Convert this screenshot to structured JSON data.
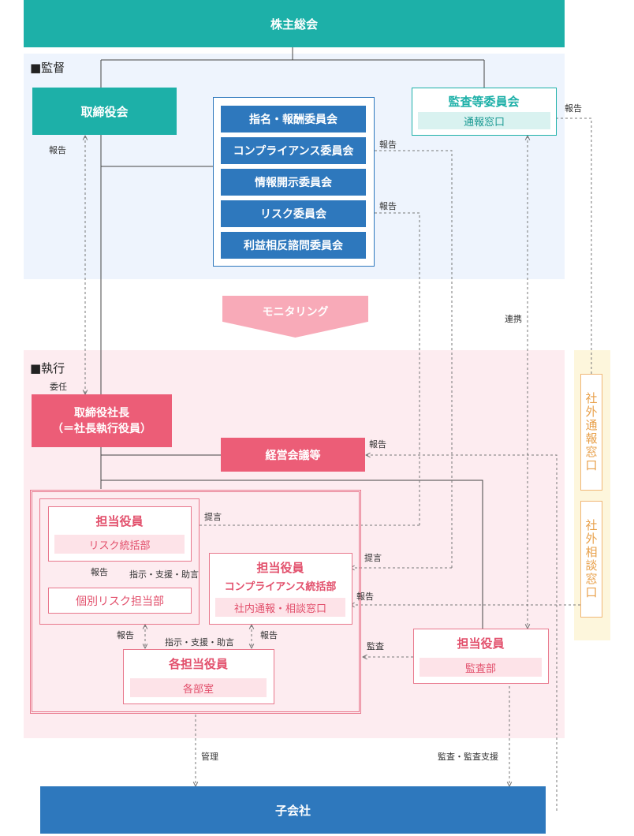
{
  "sections": {
    "supervision": "■監督",
    "execution": "■執行"
  },
  "shareholders": "株主総会",
  "board": "取締役会",
  "audit_committee": {
    "title": "監査等委員会",
    "window": "通報窓口"
  },
  "committees": [
    "指名・報酬委員会",
    "コンプライアンス委員会",
    "情報開示委員会",
    "リスク委員会",
    "利益相反諮問委員会"
  ],
  "monitoring": "モニタリング",
  "president": {
    "line1": "取締役社長",
    "line2": "（＝社長執行役員）"
  },
  "management_meeting": "経営会議等",
  "risk_officer": {
    "title": "担当役員",
    "dept": "リスク統括部",
    "sub": "個別リスク担当部"
  },
  "compliance_officer": {
    "title": "担当役員",
    "dept": "コンプライアンス統括部",
    "window": "社内通報・相談窓口"
  },
  "each_officer": {
    "title": "各担当役員",
    "dept": "各部室"
  },
  "audit_officer": {
    "title": "担当役員",
    "dept": "監査部"
  },
  "external_report": "社外通報窓口",
  "external_consult": "社外相談窓口",
  "subsidiaries": "子会社",
  "labels": {
    "report": "報告",
    "delegation": "委任",
    "proposal": "提言",
    "instruct": "指示・支援・助言",
    "audit": "監査",
    "cooperation": "連携",
    "manage": "管理",
    "audit_support": "監査・監査支援"
  },
  "colors": {
    "teal": "#1db0a8",
    "blue": "#2e78bd",
    "pink": "#ec5d77",
    "orange": "#e8a04a"
  }
}
